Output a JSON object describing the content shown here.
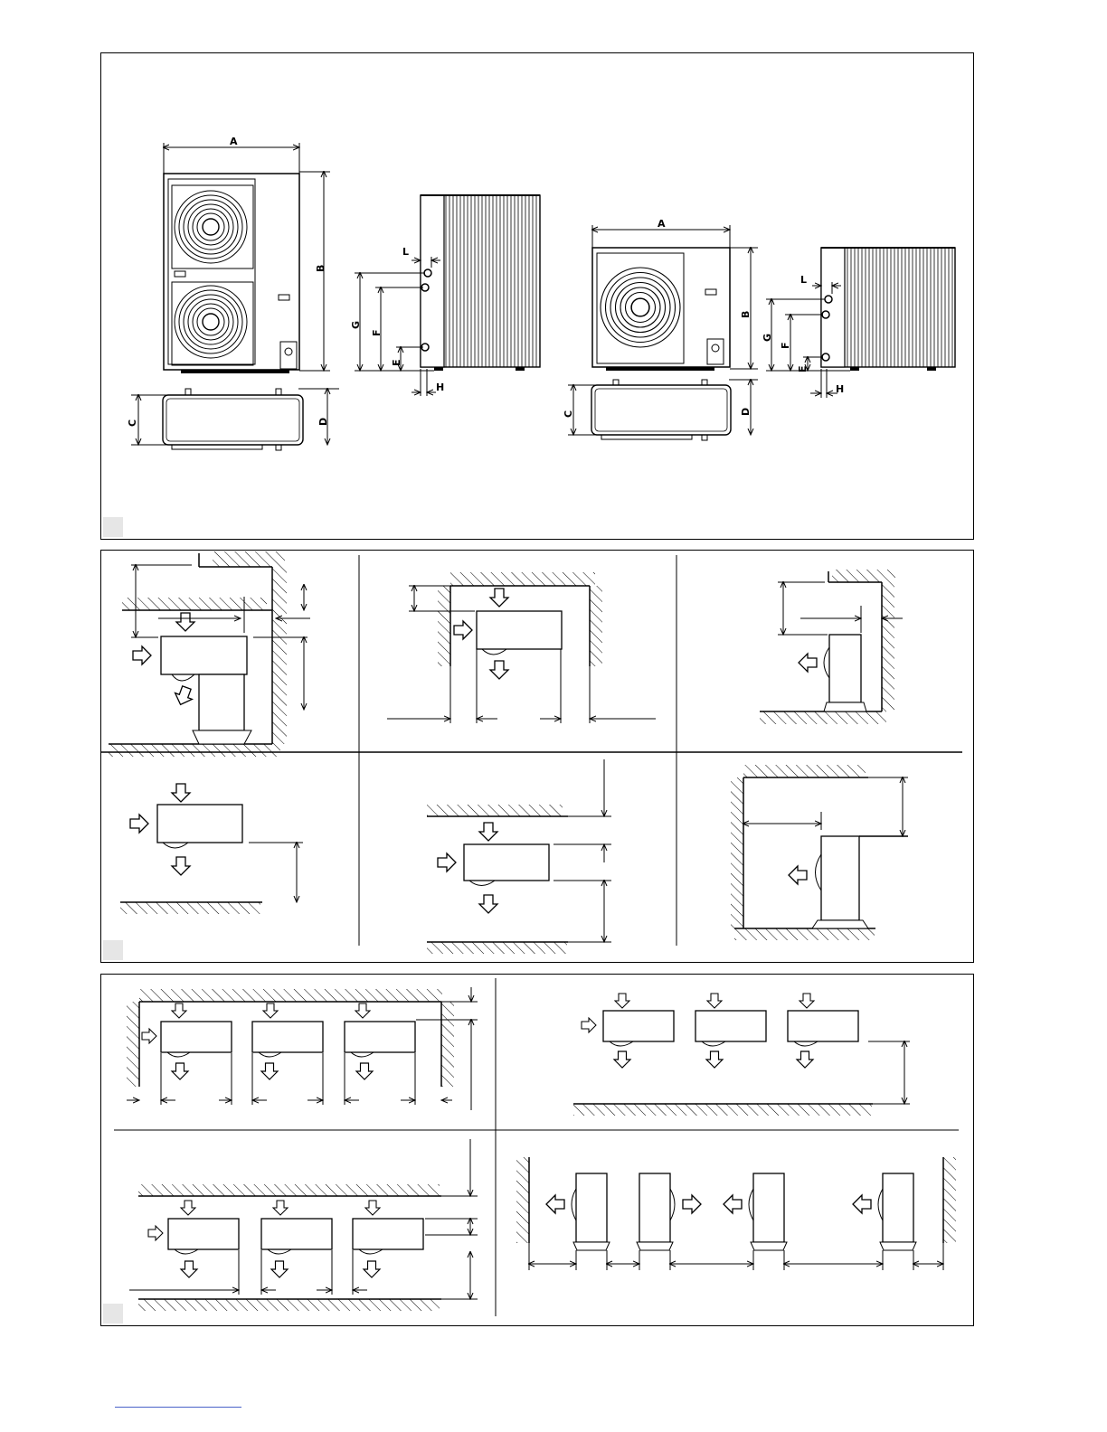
{
  "labels": {
    "A": "A",
    "B": "B",
    "C": "C",
    "D": "D",
    "E": "E",
    "F": "F",
    "G": "G",
    "H": "H",
    "L": "L"
  },
  "panels": {
    "figure_dimensions": {
      "corner_marker": ""
    },
    "figure_clearances_single": {
      "corner_marker": ""
    },
    "figure_clearances_multiple": {
      "corner_marker": ""
    }
  }
}
